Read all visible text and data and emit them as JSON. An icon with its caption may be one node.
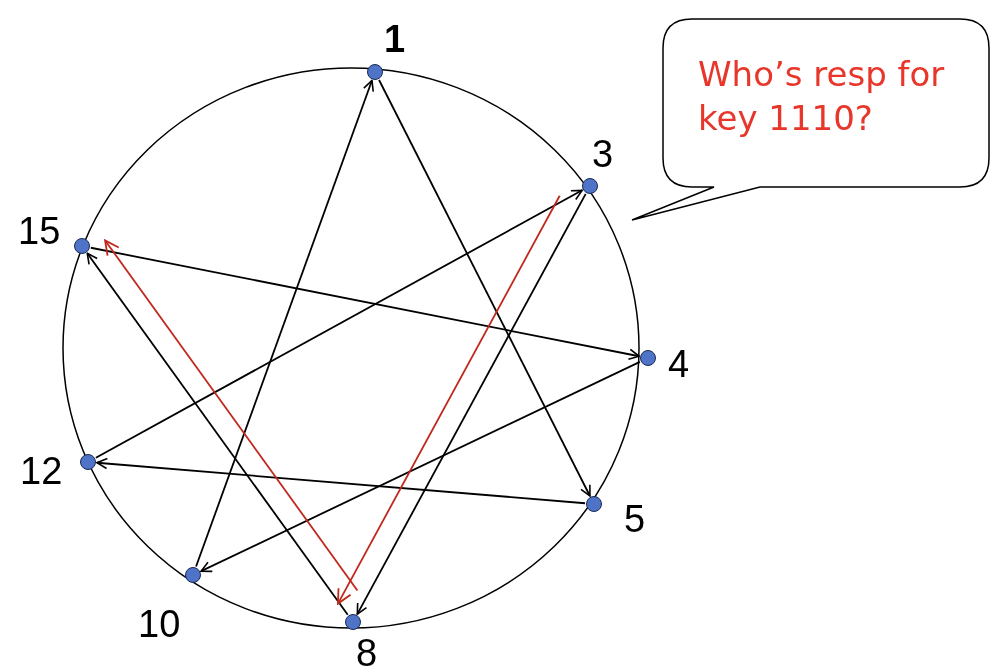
{
  "diagram": {
    "nodes": [
      {
        "text": [],
        "shape": "circle",
        "beside": [
          "1"
        ]
      },
      {
        "text": [],
        "shape": "circle",
        "beside": [
          "3"
        ]
      },
      {
        "text": [],
        "shape": "circle",
        "beside": [
          "4"
        ]
      },
      {
        "text": [],
        "shape": "circle",
        "beside": [
          "5"
        ]
      },
      {
        "text": [],
        "shape": "circle",
        "beside": [
          "8"
        ]
      },
      {
        "text": [],
        "shape": "circle",
        "beside": [
          "10"
        ]
      },
      {
        "text": [],
        "shape": "circle",
        "beside": [
          "12"
        ]
      },
      {
        "text": [],
        "shape": "circle",
        "beside": [
          "15"
        ]
      },
      {
        "text": [
          "Who’s resp for key 1110?"
        ]
      }
    ],
    "edges": [
      {
        "from": 5,
        "to": 0,
        "arrow": "to"
      },
      {
        "from": 0,
        "to": 3,
        "arrow": "to"
      },
      {
        "from": 1,
        "to": 4,
        "arrow": "to"
      },
      {
        "from": 6,
        "to": 1,
        "arrow": "to"
      },
      {
        "from": 7,
        "to": 2,
        "arrow": "to"
      },
      {
        "from": 2,
        "to": 5,
        "arrow": "to"
      },
      {
        "from": 3,
        "to": 6,
        "arrow": "to"
      },
      {
        "from": 4,
        "to": 7,
        "arrow": "to"
      },
      {
        "from": 1,
        "to": 4,
        "arrow": "to",
        "color": "#c0281c"
      },
      {
        "from": 4,
        "to": 7,
        "arrow": "to",
        "color": "#c0281c"
      }
    ]
  }
}
